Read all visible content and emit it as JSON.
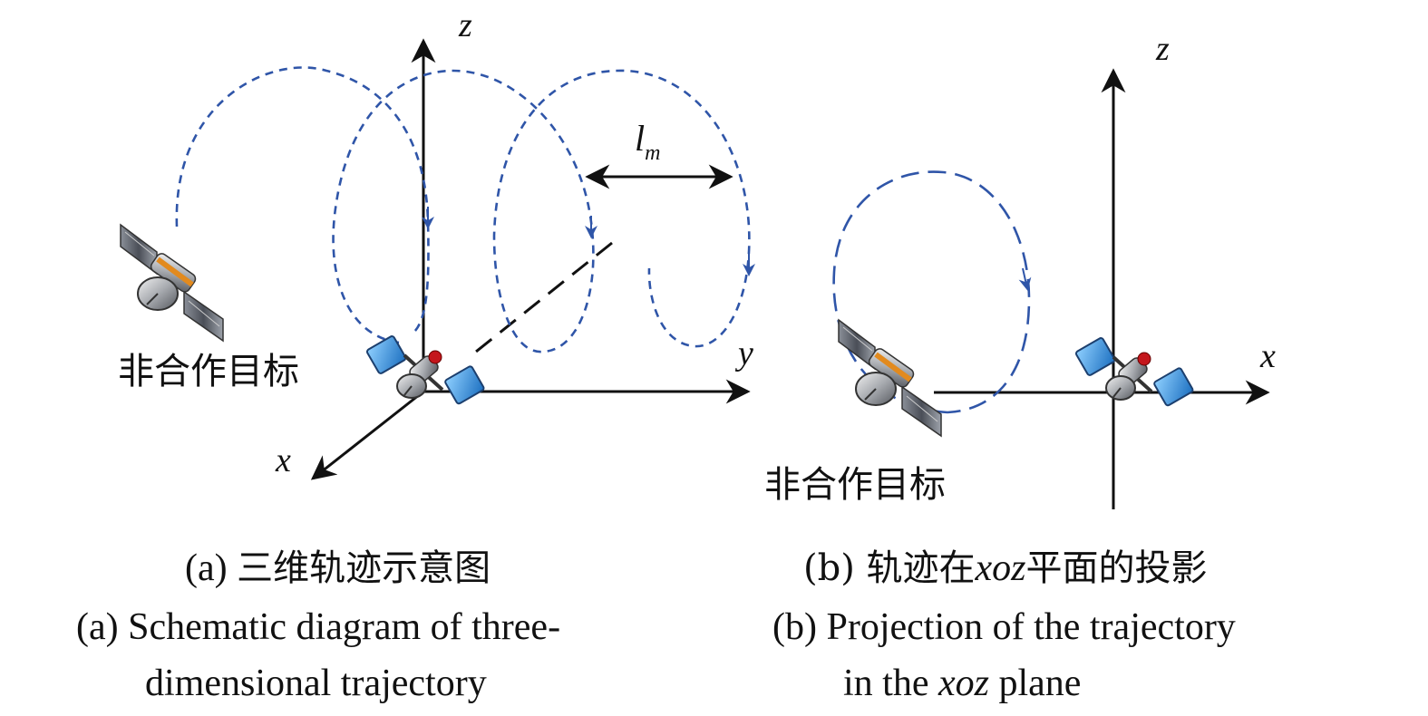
{
  "panel_a": {
    "axis_z": "z",
    "axis_y": "y",
    "axis_x": "x",
    "distance_label": "l",
    "distance_label_sub": "m",
    "target_label": "非合作目标",
    "caption_cn_prefix": "(a) ",
    "caption_cn_text": "三维轨迹示意图",
    "caption_en_line1": "(a)  Schematic diagram of three-",
    "caption_en_line2": "dimensional trajectory"
  },
  "panel_b": {
    "axis_z": "z",
    "axis_x": "x",
    "target_label": "非合作目标",
    "caption_cn_prefix": "(b) 轨迹在",
    "caption_cn_var": "xoz",
    "caption_cn_suffix": "平面的投影",
    "caption_en_line1": "(b) Projection of the trajectory",
    "caption_en_line2_pre": "in the ",
    "caption_en_line2_var": "xoz",
    "caption_en_line2_post": " plane"
  },
  "colors": {
    "trajectory": "#2f55a8",
    "axes": "#111111",
    "solar_panel": "#3a8fd6",
    "dark_panel": "#5a5f6a"
  },
  "icons": [
    "satellite-icon",
    "target-satellite-icon"
  ]
}
